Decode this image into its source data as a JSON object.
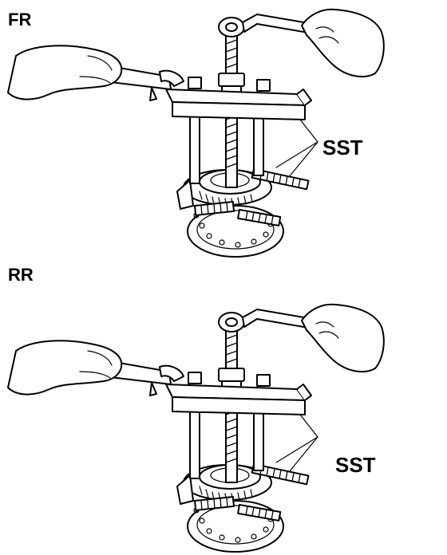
{
  "panels": [
    {
      "id": "front",
      "section_label": "FR",
      "callout": "SST"
    },
    {
      "id": "rear",
      "section_label": "RR",
      "callout": "SST"
    }
  ],
  "colors": {
    "ink": "#000000",
    "paper": "#ffffff"
  }
}
